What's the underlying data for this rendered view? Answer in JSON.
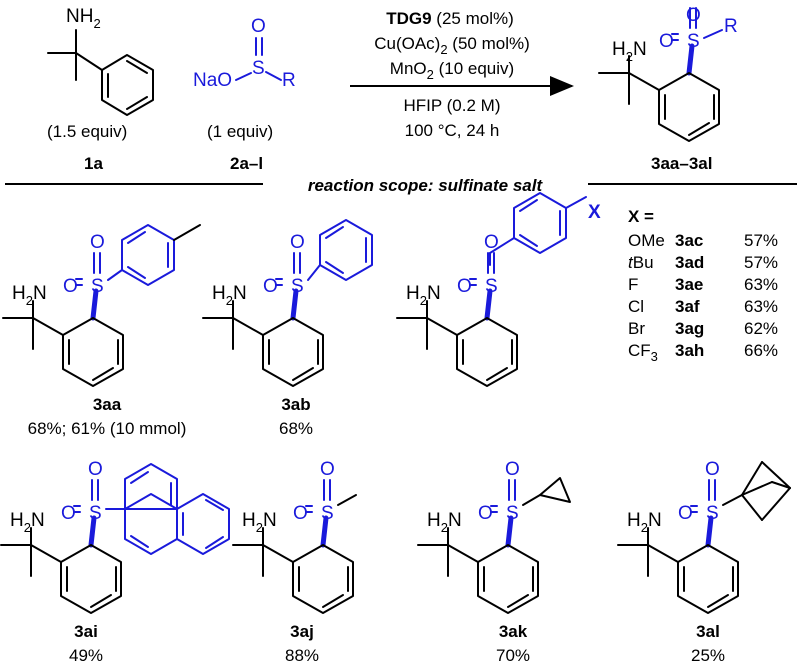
{
  "reaction": {
    "amine_symbol": "NH",
    "amine_subscript": "2",
    "reagent_sodium": "NaO",
    "sulfur_symbol": "S",
    "oxygen_symbol": "O",
    "r_group": "R",
    "amine_equiv": "(1.5 equiv)",
    "sulfinate_equiv": "(1 equiv)",
    "amine_compound": "1a",
    "sulfinate_compound": "2a–l",
    "product_compound": "3aa–3al",
    "product_amine_prefix": "H",
    "product_amine_subscript": "2",
    "product_amine_suffix": "N"
  },
  "conditions": {
    "catalyst_name": "TDG9",
    "catalyst_loading": " (25 mol%)",
    "copper_prefix": "Cu(OAc)",
    "copper_subscript": "2",
    "copper_loading": " (50 mol%)",
    "oxidant_prefix": "MnO",
    "oxidant_subscript": "2",
    "oxidant_loading": " (10 equiv)",
    "solvent": "HFIP (0.2 M)",
    "temperature_time": "100 °C, 24 h"
  },
  "scope_header": "reaction scope: sulfinate salt",
  "x_table": {
    "header": "X =",
    "x_symbol": "X",
    "rows": [
      {
        "sub_main": "OMe",
        "sub_tail": "",
        "sub_italic": "",
        "compound": "3ac",
        "yield": "57%"
      },
      {
        "sub_main": "Bu",
        "sub_tail": "",
        "sub_italic": "t",
        "compound": "3ad",
        "yield": "57%"
      },
      {
        "sub_main": "F",
        "sub_tail": "",
        "sub_italic": "",
        "compound": "3ae",
        "yield": "63%"
      },
      {
        "sub_main": "Cl",
        "sub_tail": "",
        "sub_italic": "",
        "compound": "3af",
        "yield": "63%"
      },
      {
        "sub_main": "Br",
        "sub_tail": "",
        "sub_italic": "",
        "compound": "3ag",
        "yield": "62%"
      },
      {
        "sub_main": "CF",
        "sub_tail": "3",
        "sub_italic": "",
        "compound": "3ah",
        "yield": "66%"
      }
    ]
  },
  "products": [
    {
      "id": "3aa",
      "yield": "68%; 61% (10 mmol)"
    },
    {
      "id": "3ab",
      "yield": "68%"
    },
    {
      "id": "3ai",
      "yield": "49%"
    },
    {
      "id": "3aj",
      "yield": "88%"
    },
    {
      "id": "3ak",
      "yield": "70%"
    },
    {
      "id": "3al",
      "yield": "25%"
    }
  ],
  "colors": {
    "highlight": "#1a1adb",
    "ink": "#000000"
  }
}
